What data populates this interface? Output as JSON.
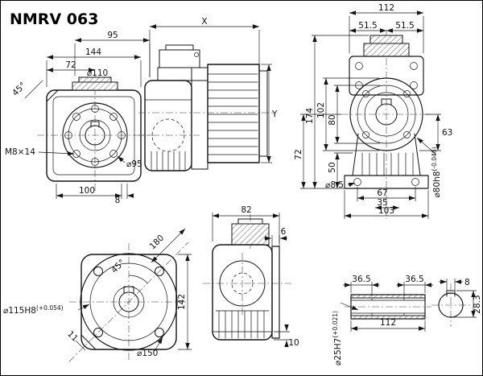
{
  "title": "NMRV 063",
  "views": {
    "front_face": {
      "d95": "95",
      "d144": "144",
      "d72": "72",
      "dia110": "⌀110",
      "ang45": "45°",
      "thread": "M8×14",
      "dia95": "⌀95",
      "d100": "100",
      "d8": "8"
    },
    "side_motor": {
      "dim_x": "X",
      "dim_y": "Y"
    },
    "rear": {
      "d112": "112",
      "d51_left": "51.5",
      "d51_right": "51.5",
      "d174": "174",
      "d102": "102",
      "d80": "80",
      "d72": "72",
      "d50": "50",
      "d63": "63",
      "dia8_5": "⌀8.5",
      "d67": "67",
      "d35": "35",
      "d103": "103",
      "dia80_base": "⌀80h8",
      "dia80_tol": "(-0.046)"
    },
    "output_flange": {
      "d180": "180",
      "ang45": "45°",
      "dia115_base": "⌀115H8",
      "dia115_tol": "(+0.054)",
      "d11": "11",
      "dia150": "⌀150",
      "d142": "142"
    },
    "side": {
      "d82": "82",
      "d6": "6",
      "d10": "10"
    },
    "shaft": {
      "d36_left": "36.5",
      "d36_right": "36.5",
      "d8": "8",
      "d112": "112",
      "d28_3": "28.3",
      "dia25_base": "⌀25H7",
      "dia25_tol": "(+0.021)"
    }
  }
}
